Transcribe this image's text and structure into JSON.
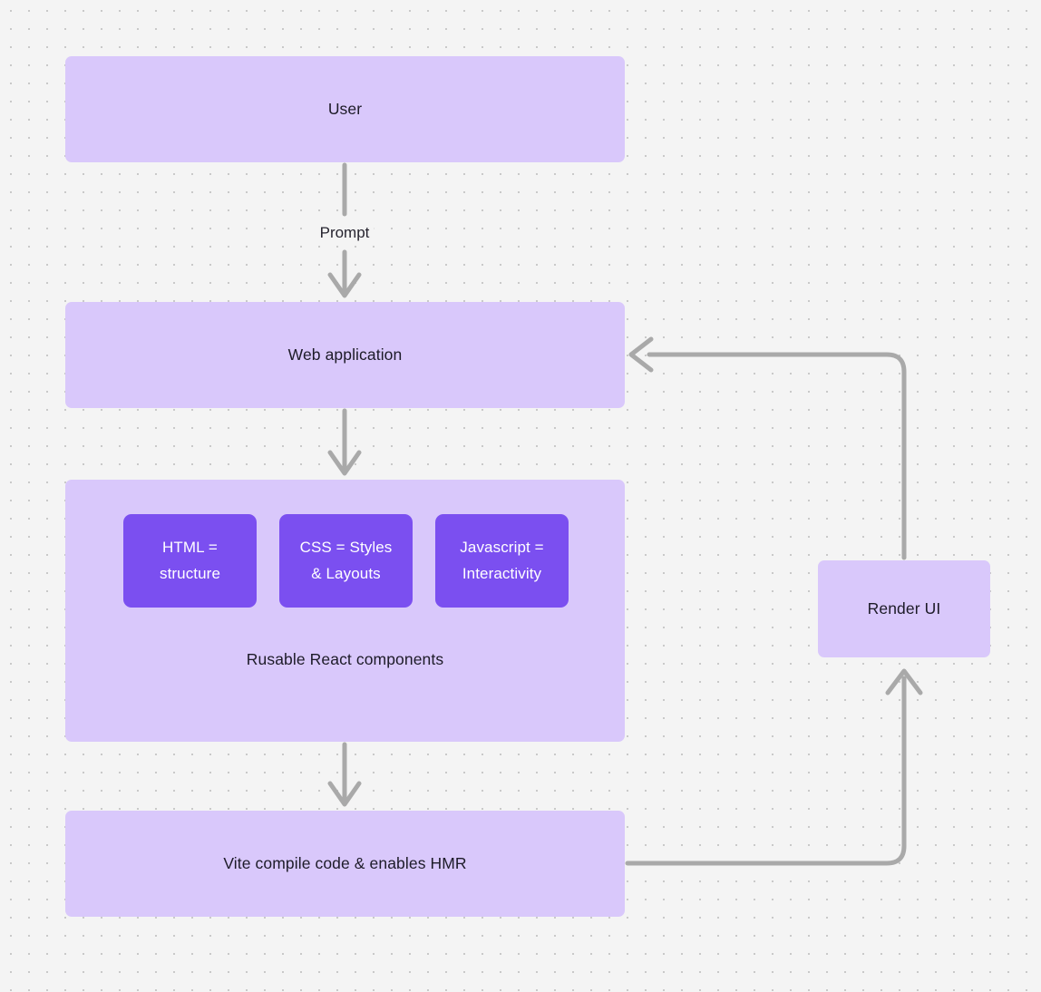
{
  "canvas": {
    "background_color": "#f4f4f4",
    "dot_grid_color": "#c9c9c9",
    "node_fill": "#d9c8fb",
    "chip_fill": "#7b4ff0",
    "edge_color": "#a9a9a9",
    "text_color": "#1d1b28"
  },
  "diagram": {
    "type": "flowchart",
    "nodes": [
      {
        "id": "user",
        "label": "User"
      },
      {
        "id": "webapp",
        "label": "Web application"
      },
      {
        "id": "group",
        "label": "Rusable React components"
      },
      {
        "id": "vite",
        "label": "Vite compile code & enables HMR"
      },
      {
        "id": "render",
        "label": "Render UI"
      }
    ],
    "chips": [
      {
        "id": "html",
        "label": "HTML =\nstructure",
        "line1": "HTML =",
        "line2": "structure"
      },
      {
        "id": "css",
        "label": "CSS = Styles\n& Layouts",
        "line1": "CSS = Styles",
        "line2": "& Layouts"
      },
      {
        "id": "js",
        "label": "Javascript =\nInteractivity",
        "line1": "Javascript =",
        "line2": "Interactivity"
      }
    ],
    "edges": [
      {
        "id": "user-to-webapp",
        "from": "user",
        "to": "webapp",
        "label": "Prompt"
      },
      {
        "id": "webapp-to-group",
        "from": "webapp",
        "to": "group",
        "label": ""
      },
      {
        "id": "group-to-vite",
        "from": "group",
        "to": "vite",
        "label": ""
      },
      {
        "id": "vite-to-render",
        "from": "vite",
        "to": "render",
        "label": ""
      },
      {
        "id": "render-to-webapp",
        "from": "render",
        "to": "webapp",
        "label": ""
      }
    ]
  }
}
